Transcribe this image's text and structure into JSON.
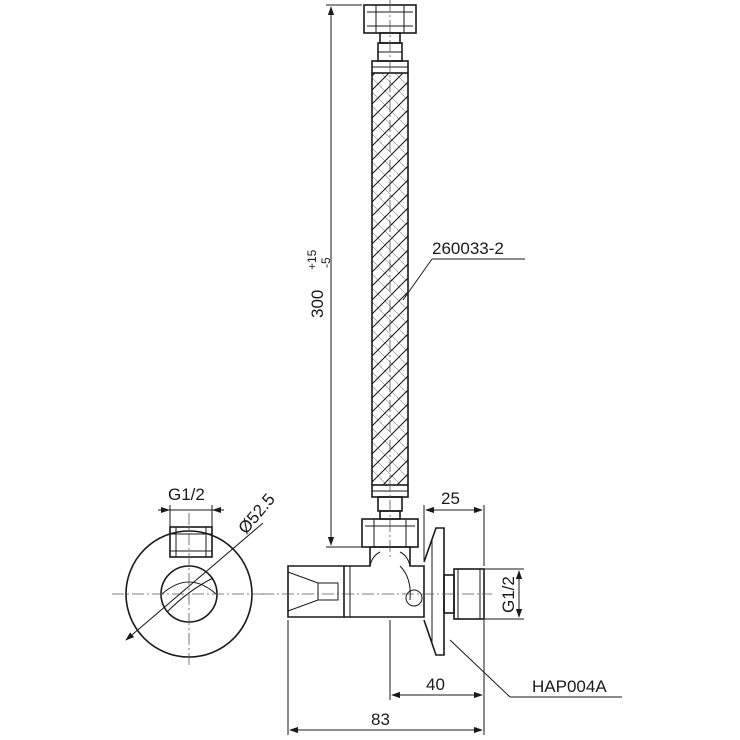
{
  "drawing": {
    "dimensions": {
      "hose_length": "300",
      "hose_tol_plus": "+15",
      "hose_tol_minus": "-5",
      "top_thread": "G1/2",
      "rosette_diameter": "Ø52.5",
      "rosette_width": "25",
      "outlet_thread": "G1/2",
      "inlet_offset": "40",
      "total_length": "83"
    },
    "part_numbers": {
      "hose": "260033-2",
      "valve": "HAP004A"
    }
  }
}
